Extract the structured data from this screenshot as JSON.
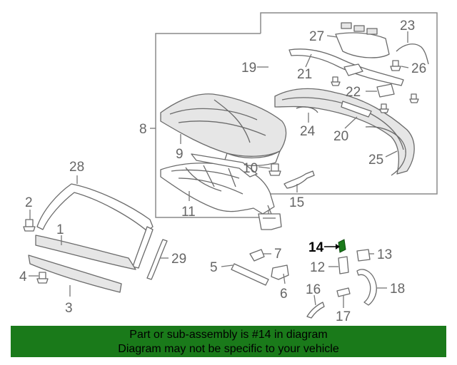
{
  "callouts": {
    "c1": "1",
    "c2": "2",
    "c3": "3",
    "c4": "4",
    "c5": "5",
    "c6": "6",
    "c7": "7",
    "c8": "8",
    "c9": "9",
    "c10": "10",
    "c11": "11",
    "c12": "12",
    "c13": "13",
    "c14": "14",
    "c15": "15",
    "c16": "16",
    "c17": "17",
    "c18": "18",
    "c19": "19",
    "c20": "20",
    "c21": "21",
    "c22": "22",
    "c23": "23",
    "c24": "24",
    "c25": "25",
    "c26": "26",
    "c27": "27",
    "c28": "28",
    "c29": "29"
  },
  "highlight": {
    "color": "#1a7a1a"
  },
  "banner": {
    "line1": "Part or sub-assembly is #14 in diagram",
    "line2": "Diagram may not be specific to your vehicle",
    "color": "#1a7a1a"
  }
}
